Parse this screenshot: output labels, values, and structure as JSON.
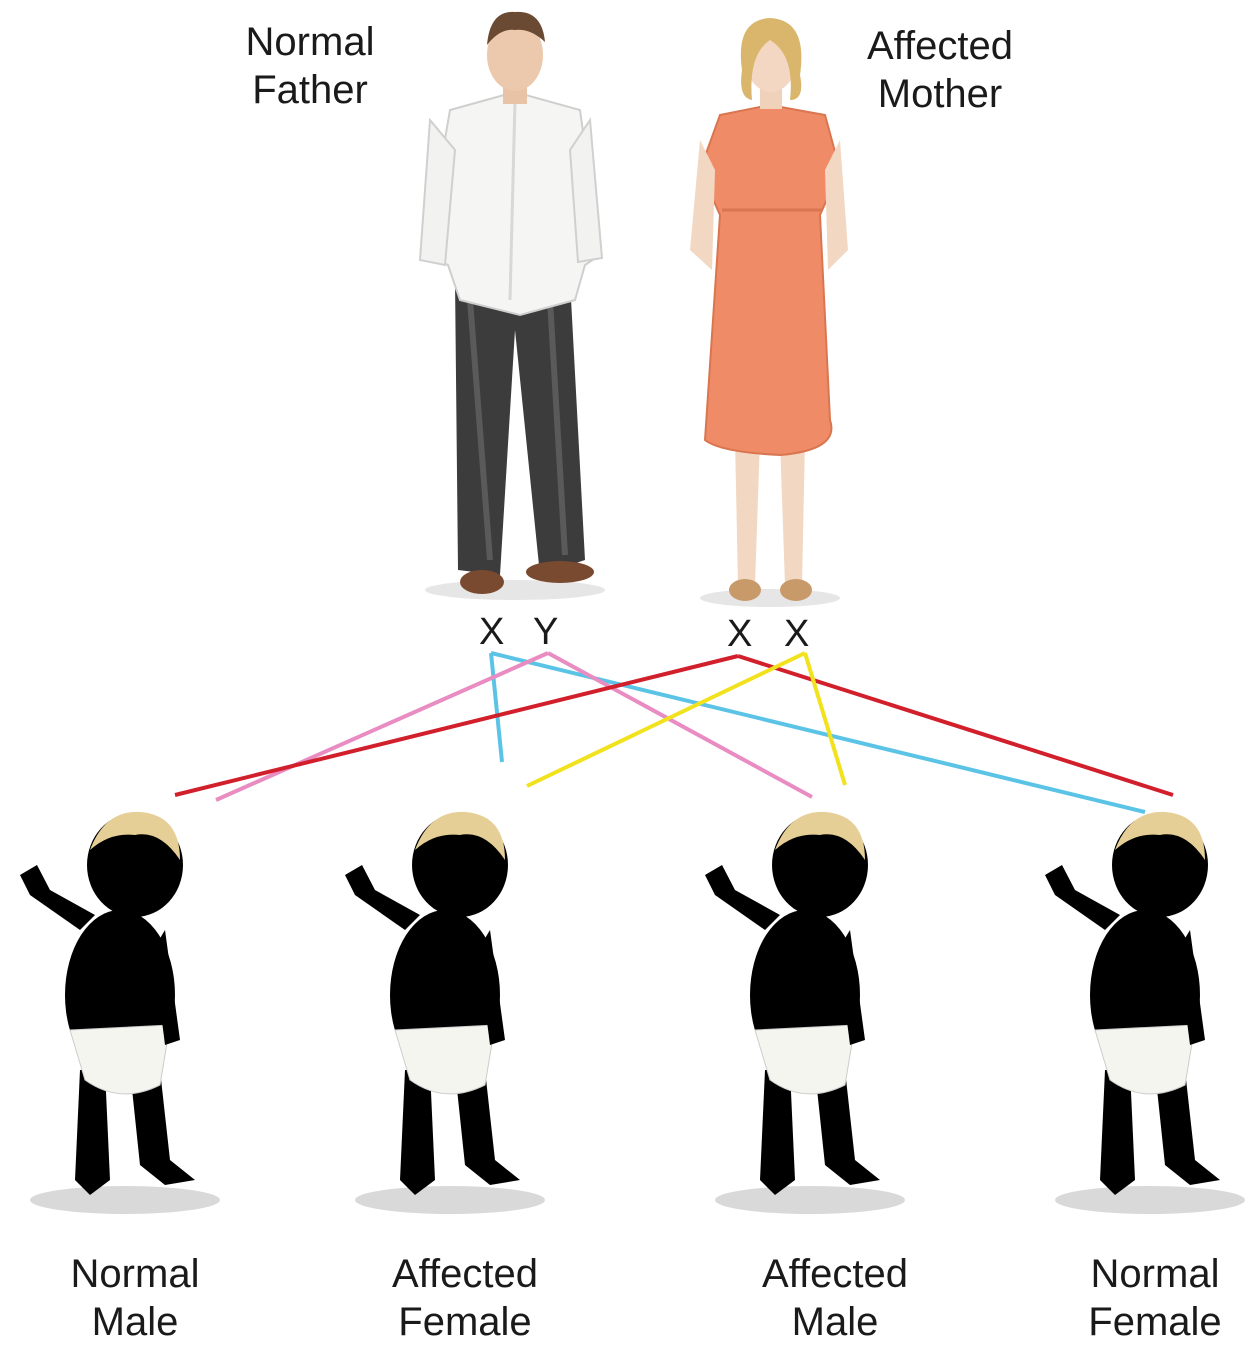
{
  "parents": {
    "father": {
      "label_line1": "Normal",
      "label_line2": "Father",
      "chromosomes": [
        "X",
        "Y"
      ]
    },
    "mother": {
      "label_line1": "Affected",
      "label_line2": "Mother",
      "chromosomes": [
        "X",
        "X"
      ]
    }
  },
  "children": [
    {
      "label_line1": "Normal",
      "label_line2": "Male"
    },
    {
      "label_line1": "Affected",
      "label_line2": "Female"
    },
    {
      "label_line1": "Affected",
      "label_line2": "Male"
    },
    {
      "label_line1": "Normal",
      "label_line2": "Female"
    }
  ],
  "colors": {
    "father_x_line": "#5bc4e6",
    "father_y_line": "#e88cc2",
    "mother_x1_line": "#d21f2c",
    "mother_x2_line": "#f2e21e",
    "normal_skin": "#f3cfae",
    "affected_skin": "#c6b5d3",
    "father_shirt": "#f4f4f2",
    "father_pants": "#3a3a3a",
    "mother_dress": "#ef8c67"
  }
}
